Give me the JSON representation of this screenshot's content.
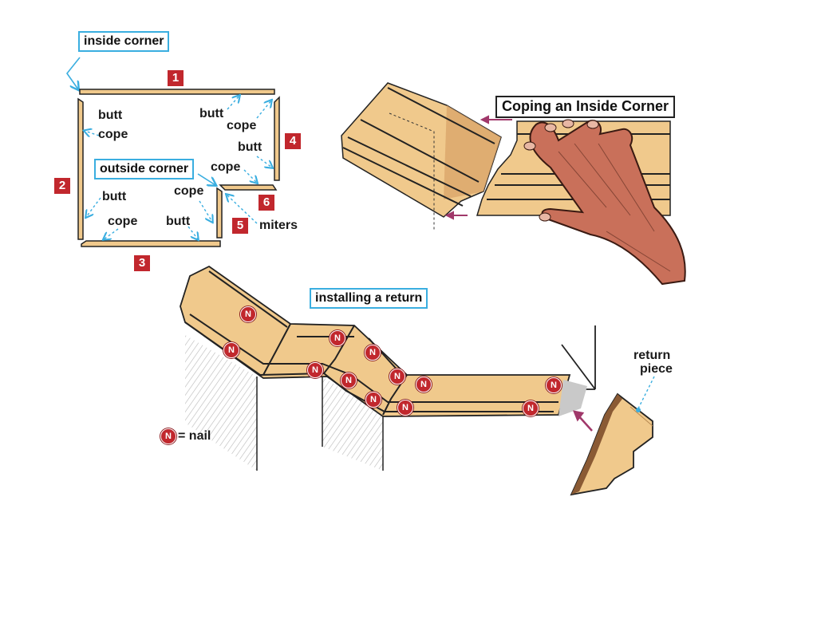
{
  "colors": {
    "wood": "#f0c98c",
    "wood_dark": "#c9975a",
    "badge_red": "#c1272d",
    "callout_blue": "#3aaee0",
    "arrow_magenta": "#a0386a",
    "skin": "#c9705a"
  },
  "floor_plan": {
    "title": "inside corner",
    "outside_corner_label": "outside corner",
    "badges": [
      "1",
      "2",
      "3",
      "4",
      "5",
      "6"
    ],
    "joint_labels": {
      "p2_top_butt": "butt",
      "p2_top_cope": "cope",
      "p1_right_butt": "butt",
      "p4_top_cope": "cope",
      "p4_bottom_butt": "butt",
      "p6_cope": "cope",
      "p2_bottom_butt": "butt",
      "p3_left_cope": "cope",
      "p5_cope": "cope",
      "p3_right_butt": "butt",
      "miters": "miters"
    }
  },
  "coping": {
    "title": "Coping an Inside Corner"
  },
  "return_install": {
    "title": "installing a return",
    "nail_symbol": "N",
    "legend_text": "= nail",
    "return_piece_label_line1": "return",
    "return_piece_label_line2": "piece"
  }
}
